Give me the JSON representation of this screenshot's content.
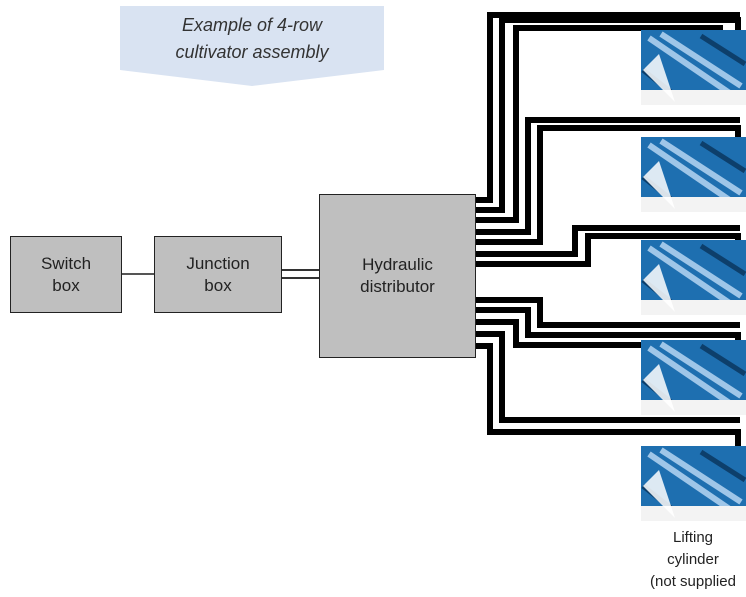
{
  "callout": {
    "line1": "Example of 4-row",
    "line2": "cultivator assembly",
    "color": "#d9e3f2"
  },
  "boxes": {
    "switch": {
      "line1": "Switch",
      "line2": "box"
    },
    "junction": {
      "line1": "Junction",
      "line2": "box"
    },
    "distributor": {
      "line1": "Hydraulic",
      "line2": "distributor"
    }
  },
  "cylinder": {
    "caption_line1": "Lifting",
    "caption_line2": "cylinder",
    "caption_line3": "(not supplied",
    "count": 5,
    "color": "#1e6fb0"
  }
}
